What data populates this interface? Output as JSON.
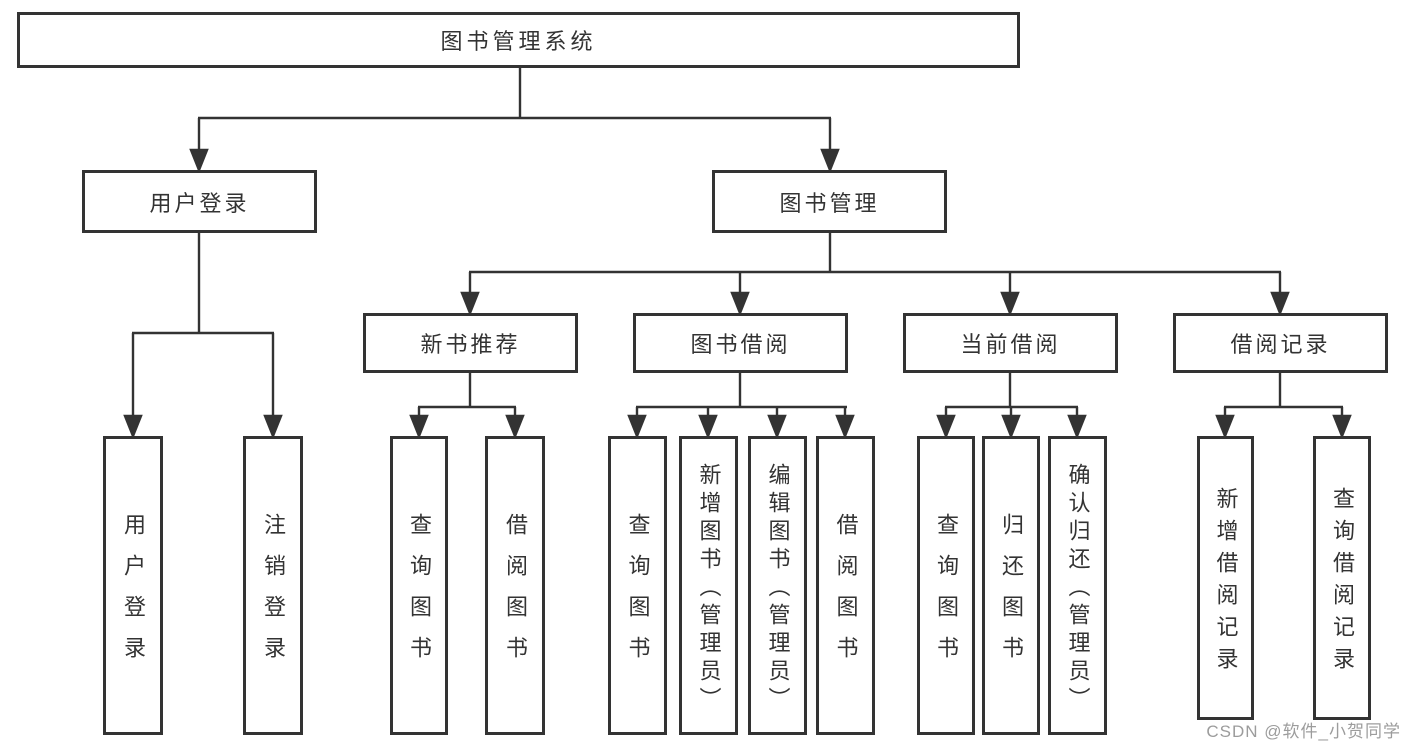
{
  "tree": {
    "root": {
      "label": "图书管理系统",
      "children": [
        {
          "label": "用户登录",
          "children": [
            {
              "label": "用户登录"
            },
            {
              "label": "注销登录"
            }
          ]
        },
        {
          "label": "图书管理",
          "children": [
            {
              "label": "新书推荐",
              "children": [
                {
                  "label": "查询图书"
                },
                {
                  "label": "借阅图书"
                }
              ]
            },
            {
              "label": "图书借阅",
              "children": [
                {
                  "label": "查询图书"
                },
                {
                  "label": "新增图书（管理员）"
                },
                {
                  "label": "编辑图书（管理员）"
                },
                {
                  "label": "借阅图书"
                }
              ]
            },
            {
              "label": "当前借阅",
              "children": [
                {
                  "label": "查询图书"
                },
                {
                  "label": "归还图书"
                },
                {
                  "label": "确认归还（管理员）"
                }
              ]
            },
            {
              "label": "借阅记录",
              "children": [
                {
                  "label": "新增借阅记录"
                },
                {
                  "label": "查询借阅记录"
                }
              ]
            }
          ]
        }
      ]
    }
  },
  "watermark": {
    "text": "CSDN @软件_小贺同学"
  },
  "colors": {
    "line": "#333333",
    "box_border": "#333333",
    "text": "#333333",
    "background": "#ffffff",
    "watermark": "#9c9c9c"
  }
}
